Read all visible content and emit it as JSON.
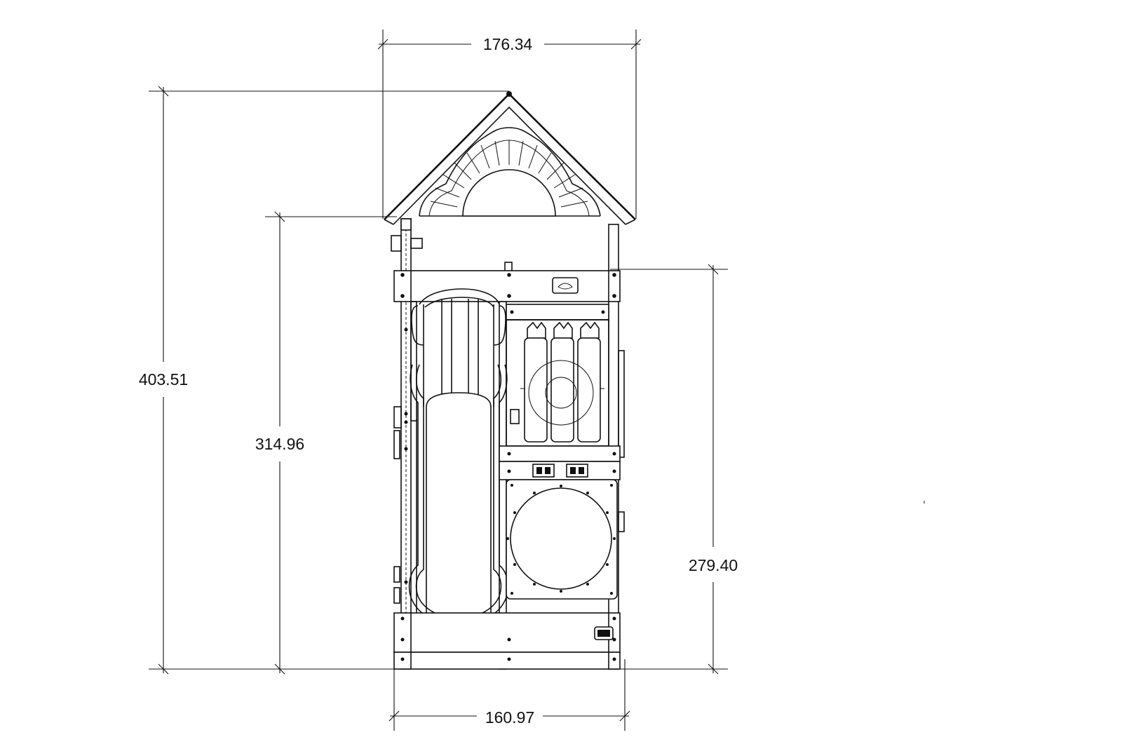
{
  "dimensions": {
    "top_width": "176.34",
    "total_height": "403.51",
    "deck_height": "314.96",
    "right_height": "279.40",
    "base_width": "160.97"
  }
}
